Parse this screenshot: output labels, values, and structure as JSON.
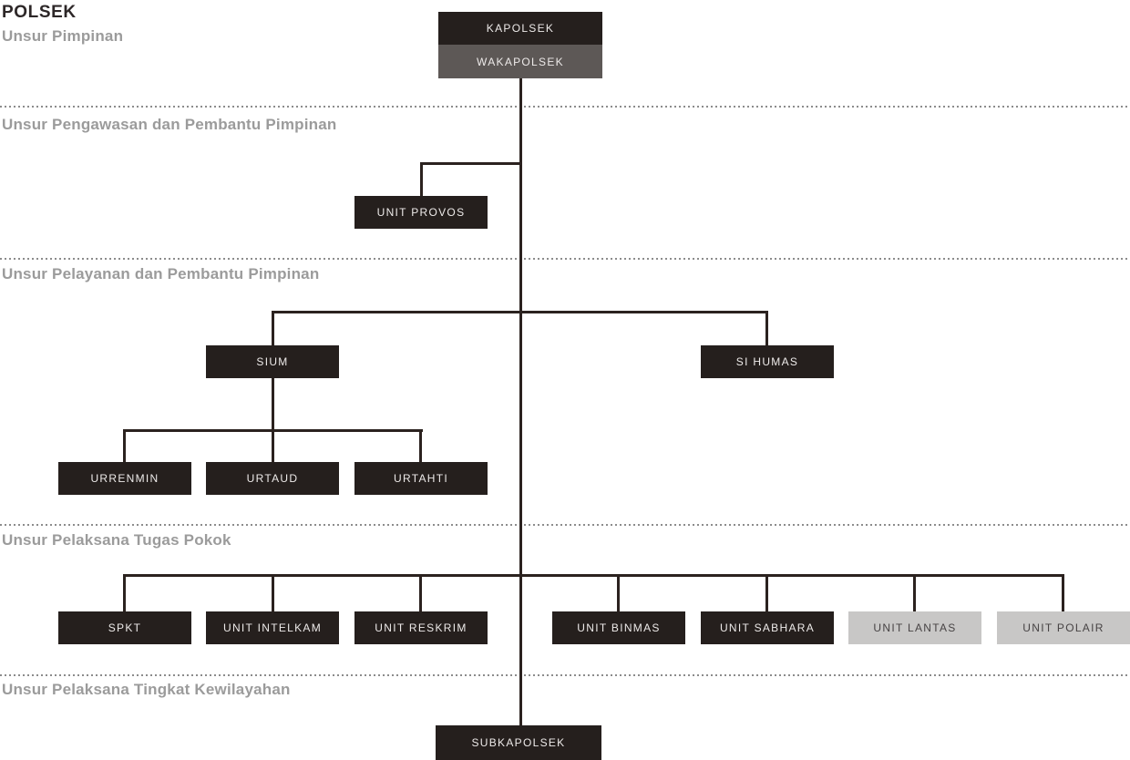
{
  "title": "POLSEK",
  "colors": {
    "bg": "#ffffff",
    "box-dark": "#251f1d",
    "box-gray": "#5d5856",
    "box-light": "#c8c7c6",
    "box-text-light": "#edeae9",
    "box-text-dark": "#474344",
    "line": "#2b221f",
    "dash": "#8c8c8c",
    "title-color": "#2d2728",
    "heading": "#9b9b9b"
  },
  "sections": {
    "pimpinan": {
      "label": "Unsur Pimpinan"
    },
    "pengawasan": {
      "label": "Unsur Pengawasan dan Pembantu Pimpinan"
    },
    "pelayanan": {
      "label": "Unsur Pelayanan dan Pembantu Pimpinan"
    },
    "pelaksana_pokok": {
      "label": "Unsur Pelaksana Tugas Pokok"
    },
    "kewilayahan": {
      "label": "Unsur Pelaksana Tingkat Kewilayahan"
    }
  },
  "nodes": {
    "kapolsek": "KAPOLSEK",
    "wakapolsek": "WAKAPOLSEK",
    "unit_provos": "UNIT PROVOS",
    "sium": "SIUM",
    "si_humas": "SI HUMAS",
    "urrenmin": "URRENMIN",
    "urtaud": "URTAUD",
    "urtahti": "URTAHTI",
    "spkt": "SPKT",
    "unit_intelkam": "UNIT INTELKAM",
    "unit_reskrim": "UNIT RESKRIM",
    "unit_binmas": "UNIT BINMAS",
    "unit_sabhara": "UNIT SABHARA",
    "unit_lantas": "UNIT LANTAS",
    "unit_polair": "UNIT POLAIR",
    "subkapolsek": "SUBKAPOLSEK"
  },
  "hierarchy": {
    "KAPOLSEK": [
      "WAKAPOLSEK"
    ],
    "WAKAPOLSEK": [
      "UNIT PROVOS",
      "SIUM",
      "SI HUMAS",
      "SPKT",
      "UNIT INTELKAM",
      "UNIT RESKRIM",
      "UNIT BINMAS",
      "UNIT SABHARA",
      "UNIT LANTAS",
      "UNIT POLAIR",
      "SUBKAPOLSEK"
    ],
    "SIUM": [
      "URRENMIN",
      "URTAUD",
      "URTAHTI"
    ]
  }
}
